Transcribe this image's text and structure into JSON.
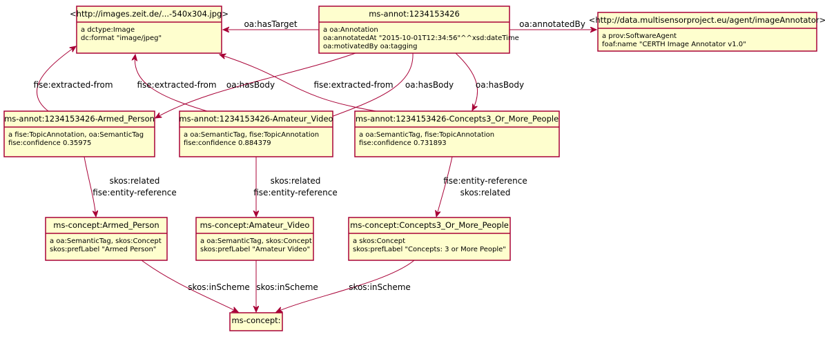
{
  "diagram": {
    "colors": {
      "node_fill": "#FEFECE",
      "node_border": "#A80036",
      "edge": "#A80036",
      "text": "#000000"
    },
    "nodes": [
      {
        "id": "image",
        "title": "<http://images.zeit.de/...-540x304.jpg>",
        "props": [
          "a dctype:Image",
          "dc:format \"image/jpeg\""
        ]
      },
      {
        "id": "annot",
        "title": "ms-annot:1234153426",
        "props": [
          "a oa:Annotation",
          "oa:annotatedAt \"2015-10-01T12:34:56\"^^xsd:dateTime",
          "oa:motivatedBy oa:tagging"
        ]
      },
      {
        "id": "agent",
        "title": "<http://data.multisensorproject.eu/agent/imageAnnotator>",
        "props": [
          "a prov:SoftwareAgent",
          "foaf:name \"CERTH Image Annotator v1.0\""
        ]
      },
      {
        "id": "armed",
        "title": "ms-annot:1234153426-Armed_Person",
        "props": [
          "a fise:TopicAnnotation, oa:SemanticTag",
          "fise:confidence 0.35975"
        ]
      },
      {
        "id": "amateur",
        "title": "ms-annot:1234153426-Amateur_Video",
        "props": [
          "a oa:SemanticTag, fise:TopicAnnotation",
          "fise:confidence 0.884379"
        ]
      },
      {
        "id": "concepts3",
        "title": "ms-annot:1234153426-Concepts3_Or_More_People",
        "props": [
          "a oa:SemanticTag, fise:TopicAnnotation",
          "fise:confidence 0.731893"
        ]
      },
      {
        "id": "c_armed",
        "title": "ms-concept:Armed_Person",
        "props": [
          "a oa:SemanticTag, skos:Concept",
          "skos:prefLabel \"Armed Person\""
        ]
      },
      {
        "id": "c_amateur",
        "title": "ms-concept:Amateur_Video",
        "props": [
          "a oa:SemanticTag, skos:Concept",
          "skos:prefLabel \"Amateur Video\""
        ]
      },
      {
        "id": "c_concepts3",
        "title": "ms-concept:Concepts3_Or_More_People",
        "props": [
          "a skos:Concept",
          "skos:prefLabel \"Concepts: 3 or More People\""
        ]
      },
      {
        "id": "scheme",
        "title": "ms-concept:",
        "props": []
      }
    ],
    "edges": [
      {
        "id": "hasTarget",
        "from": "annot",
        "to": "image",
        "labels": [
          "oa:hasTarget"
        ]
      },
      {
        "id": "annotatedBy",
        "from": "annot",
        "to": "agent",
        "labels": [
          "oa:annotatedBy"
        ]
      },
      {
        "id": "hasBody1",
        "from": "annot",
        "to": "armed",
        "labels": [
          "oa:hasBody"
        ]
      },
      {
        "id": "hasBody2",
        "from": "annot",
        "to": "amateur",
        "labels": [
          "oa:hasBody"
        ]
      },
      {
        "id": "hasBody3",
        "from": "annot",
        "to": "concepts3",
        "labels": [
          "oa:hasBody"
        ]
      },
      {
        "id": "extracted1",
        "from": "armed",
        "to": "image",
        "labels": [
          "fise:extracted-from"
        ]
      },
      {
        "id": "extracted2",
        "from": "amateur",
        "to": "image",
        "labels": [
          "fise:extracted-from"
        ]
      },
      {
        "id": "extracted3",
        "from": "concepts3",
        "to": "image",
        "labels": [
          "fise:extracted-from"
        ]
      },
      {
        "id": "ref1",
        "from": "armed",
        "to": "c_armed",
        "labels": [
          "skos:related",
          "fise:entity-reference"
        ]
      },
      {
        "id": "ref2",
        "from": "amateur",
        "to": "c_amateur",
        "labels": [
          "skos:related",
          "fise:entity-reference"
        ]
      },
      {
        "id": "ref3",
        "from": "concepts3",
        "to": "c_concepts3",
        "labels": [
          "fise:entity-reference",
          "skos:related"
        ]
      },
      {
        "id": "scheme1",
        "from": "c_armed",
        "to": "scheme",
        "labels": [
          "skos:inScheme"
        ]
      },
      {
        "id": "scheme2",
        "from": "c_amateur",
        "to": "scheme",
        "labels": [
          "skos:inScheme"
        ]
      },
      {
        "id": "scheme3",
        "from": "c_concepts3",
        "to": "scheme",
        "labels": [
          "skos:inScheme"
        ]
      }
    ]
  }
}
